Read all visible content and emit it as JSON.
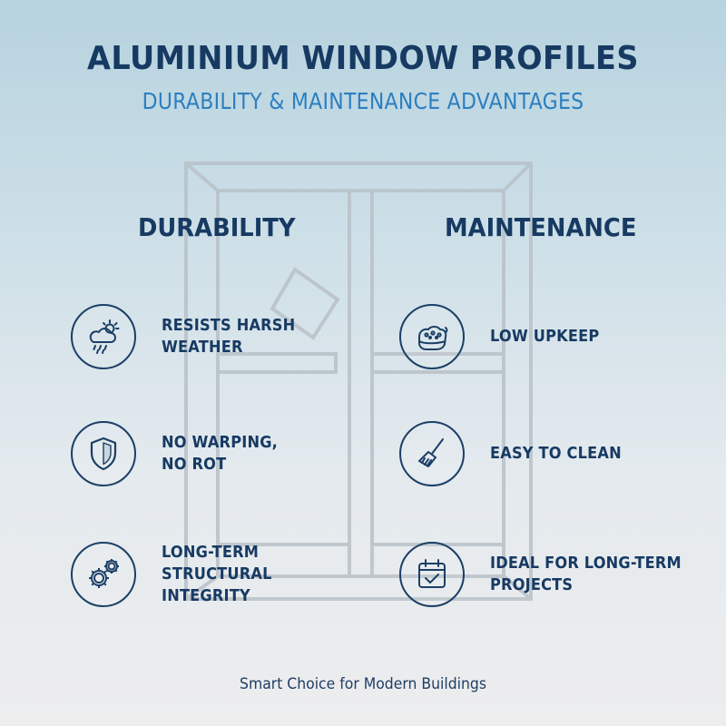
{
  "header": {
    "title": "ALUMINIUM WINDOW PROFILES",
    "subtitle": "DURABILITY & MAINTENANCE ADVANTAGES"
  },
  "durability": {
    "heading": "DURABILITY",
    "items": [
      {
        "line1": "RESISTS HARSH",
        "line2": "WEATHER",
        "icon": "weather-icon"
      },
      {
        "line1": "NO WARPING,",
        "line2": "NO ROT",
        "icon": "shield-icon"
      },
      {
        "line1": "LONG-TERM",
        "line2": "STRUCTURAL",
        "line3": "INTEGRITY",
        "icon": "gears-icon"
      }
    ]
  },
  "maintenance": {
    "heading": "MAINTENANCE",
    "items": [
      {
        "line1": "LOW UPKEEP",
        "icon": "sponge-icon"
      },
      {
        "line1": "EASY TO CLEAN",
        "icon": "broom-icon"
      },
      {
        "line1": "IDEAL FOR LONG-TERM",
        "line2": "PROJECTS",
        "icon": "calendar-check-icon"
      }
    ]
  },
  "footer": {
    "text": "Smart Choice for Modern Buildings"
  },
  "colors": {
    "navy": "#173a63",
    "accent_blue": "#2c7fc0",
    "background_top": "#b6d3df",
    "background_bottom": "#ededee"
  }
}
